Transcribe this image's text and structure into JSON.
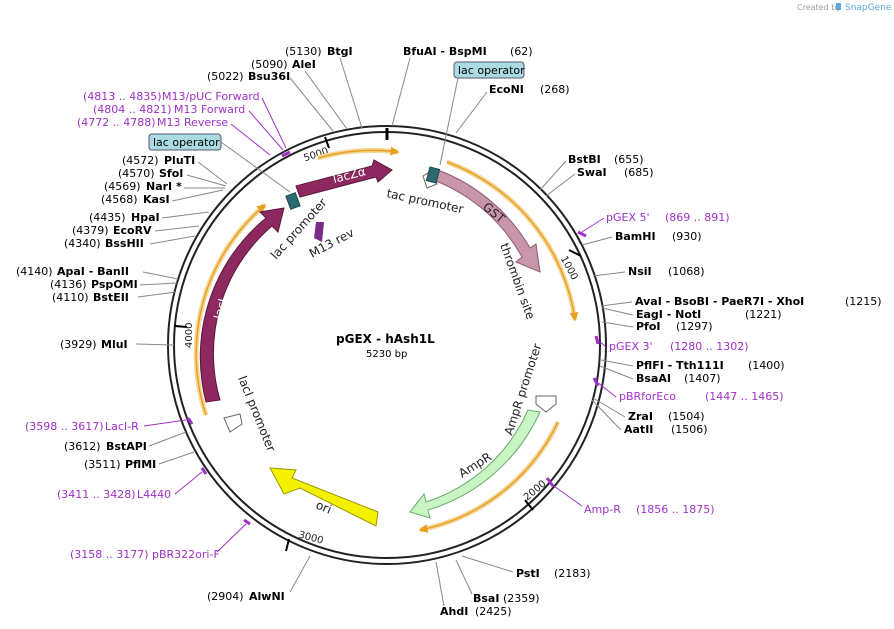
{
  "credit": {
    "prefix": "Created by",
    "brand": "SnapGene"
  },
  "plasmid": {
    "name": "pGEX - hAsh1L",
    "length": "5230 bp"
  },
  "ticks": [
    "1000",
    "2000",
    "3000",
    "4000",
    "5000"
  ],
  "features": {
    "lacZa": "lacZα",
    "gst": "GST",
    "thrombin": "thrombin site",
    "tac_promoter": "tac promoter",
    "lac_promoter": "lac promoter",
    "m13rev": "M13 rev",
    "laci": "lacI",
    "laci_promoter": "lacI promoter",
    "ori": "ori",
    "ampr": "AmpR",
    "ampr_promoter": "AmpR promoter",
    "lac_operator_top": "lac operator",
    "lac_operator_left": "lac operator"
  },
  "sites": {
    "btgi": {
      "pos": "(5130)",
      "name": "BtgI"
    },
    "alei": {
      "pos": "(5090)",
      "name": "AleI"
    },
    "bsu36i": {
      "pos": "(5022)",
      "name": "Bsu36I"
    },
    "bfuai": {
      "name": "BfuAI - BspMI",
      "pos": "(62)"
    },
    "econi": {
      "name": "EcoNI",
      "pos": "(268)"
    },
    "bstbi": {
      "name": "BstBI",
      "pos": "(655)"
    },
    "swai": {
      "name": "SwaI",
      "pos": "(685)"
    },
    "bamhi": {
      "name": "BamHI",
      "pos": "(930)"
    },
    "nsii": {
      "name": "NsiI",
      "pos": "(1068)"
    },
    "avai": {
      "name": "AvaI - BsoBI - PaeR7I - XhoI",
      "pos": "(1215)"
    },
    "eagi": {
      "name": "EagI - NotI",
      "pos": "(1221)"
    },
    "pfoi": {
      "name": "PfoI",
      "pos": "(1297)"
    },
    "pflfi": {
      "name": "PflFI - Tth111I",
      "pos": "(1400)"
    },
    "bsaai": {
      "name": "BsaAI",
      "pos": "(1407)"
    },
    "zrai": {
      "name": "ZraI",
      "pos": "(1504)"
    },
    "aatii": {
      "name": "AatII",
      "pos": "(1506)"
    },
    "psti": {
      "name": "PstI",
      "pos": "(2183)"
    },
    "bsai": {
      "name": "BsaI",
      "pos": "(2359)"
    },
    "ahdi": {
      "name": "AhdI",
      "pos": "(2425)"
    },
    "alwni": {
      "pos": "(2904)",
      "name": "AlwNI"
    },
    "pflmi": {
      "pos": "(3511)",
      "name": "PflMI"
    },
    "bstapi": {
      "pos": "(3612)",
      "name": "BstAPI"
    },
    "mlui": {
      "pos": "(3929)",
      "name": "MluI"
    },
    "bstbii": {
      "pos": "(4110)",
      "name": "BstEII"
    },
    "pspomi": {
      "pos": "(4136)",
      "name": "PspOMI"
    },
    "apai": {
      "pos": "(4140)",
      "name": "ApaI - BanII"
    },
    "bsshii": {
      "pos": "(4340)",
      "name": "BssHII"
    },
    "ecorv": {
      "pos": "(4379)",
      "name": "EcoRV"
    },
    "hpai": {
      "pos": "(4435)",
      "name": "HpaI"
    },
    "kasi": {
      "pos": "(4568)",
      "name": "KasI"
    },
    "nari": {
      "pos": "(4569)",
      "name": "NarI *"
    },
    "sfoi": {
      "pos": "(4570)",
      "name": "SfoI"
    },
    "pluti": {
      "pos": "(4572)",
      "name": "PluTI"
    }
  },
  "primers": {
    "m13puc": {
      "range": "(4813 .. 4835)",
      "name": "M13/pUC Forward"
    },
    "m13fwd": {
      "range": "(4804 .. 4821)",
      "name": "M13 Forward"
    },
    "m13rev": {
      "range": "(4772 .. 4788)",
      "name": "M13 Reverse"
    },
    "pgex5": {
      "name": "pGEX 5'",
      "range": "(869 .. 891)"
    },
    "pgex3": {
      "name": "pGEX 3'",
      "range": "(1280 .. 1302)"
    },
    "pbrforeco": {
      "name": "pBRforEco",
      "range": "(1447 .. 1465)"
    },
    "ampr": {
      "name": "Amp-R",
      "range": "(1856 .. 1875)"
    },
    "laci_r": {
      "range": "(3598 .. 3617)",
      "name": "LacI-R"
    },
    "l4440": {
      "range": "(3411 .. 3428)",
      "name": "L4440"
    },
    "pbr322ori": {
      "range": "(3158 .. 3177)",
      "name": "pBR322ori-F"
    }
  }
}
